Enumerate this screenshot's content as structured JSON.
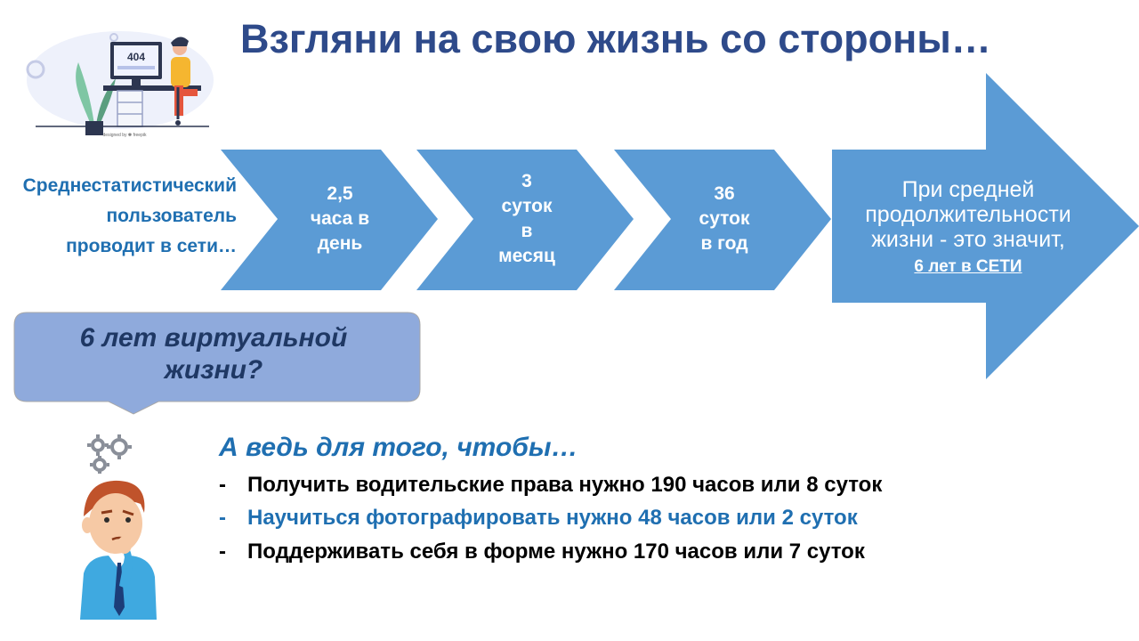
{
  "title": "Взгляни на свою жизнь со стороны…",
  "illustration_top": {
    "screen_text": "404",
    "credit": "designed by ✽ freepik"
  },
  "intro": {
    "line1": "Среднестатистический",
    "line2": "пользователь",
    "line3": "проводит в сети…"
  },
  "chevrons": [
    {
      "lines": [
        "2,5",
        "часа в",
        "день"
      ]
    },
    {
      "lines": [
        "3",
        "суток",
        "в",
        "месяц"
      ]
    },
    {
      "lines": [
        "36",
        "суток",
        "в год"
      ]
    }
  ],
  "arrow": {
    "line1": "При средней",
    "line2": "продолжительности",
    "line3": "жизни - это значит,",
    "line4": "6 лет в СЕТИ"
  },
  "callout": {
    "line1": "6 лет виртуальной",
    "line2": "жизни?"
  },
  "lead": "А  ведь для того, чтобы…",
  "bullets": [
    {
      "dash": "-",
      "text": "Получить водительские права нужно 190 часов или 8 суток",
      "color": "#000000"
    },
    {
      "dash": "-",
      "text": "Научиться фотографировать нужно 48 часов или 2 суток",
      "color": "#1f6fb1"
    },
    {
      "dash": "-",
      "text": "Поддерживать себя в форме нужно 170 часов или 7 суток",
      "color": "#000000"
    }
  ],
  "colors": {
    "title": "#2e4a8a",
    "chevron": "#5b9bd5",
    "callout_fill": "#8faadc",
    "callout_text": "#1f3864",
    "accent": "#1f6fb1"
  },
  "icons": {
    "top_illustration": "person-at-computer-illustration",
    "thinking_person": "thinking-man-illustration",
    "gears": "gears-icon"
  }
}
